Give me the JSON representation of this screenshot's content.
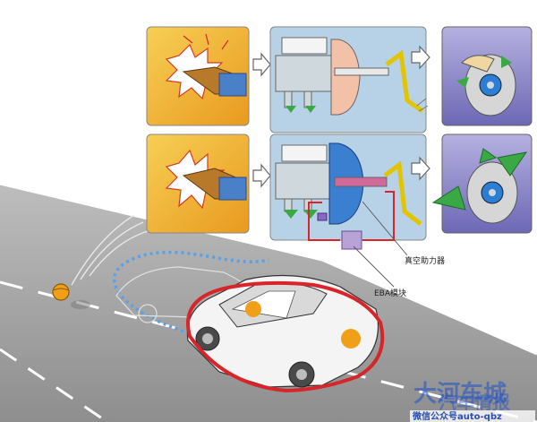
{
  "labels": {
    "vacuum_booster": "真空助力器",
    "eba_module": "EBA模块"
  },
  "watermark": {
    "logo_text": "大河车城",
    "overlay_text": "汽车情报",
    "sub_text": "微信公众号auto-qbz"
  },
  "colors": {
    "panel_yellow": "#f2b431",
    "panel_blue": "#b7d2e6",
    "panel_purple": "#8a85c8",
    "eba_red": "#d8252a",
    "car_outline": "#d8252a",
    "trajectory": "#5aa0e6",
    "road": "#9c9c9c",
    "arrow_green": "#3aa845"
  }
}
